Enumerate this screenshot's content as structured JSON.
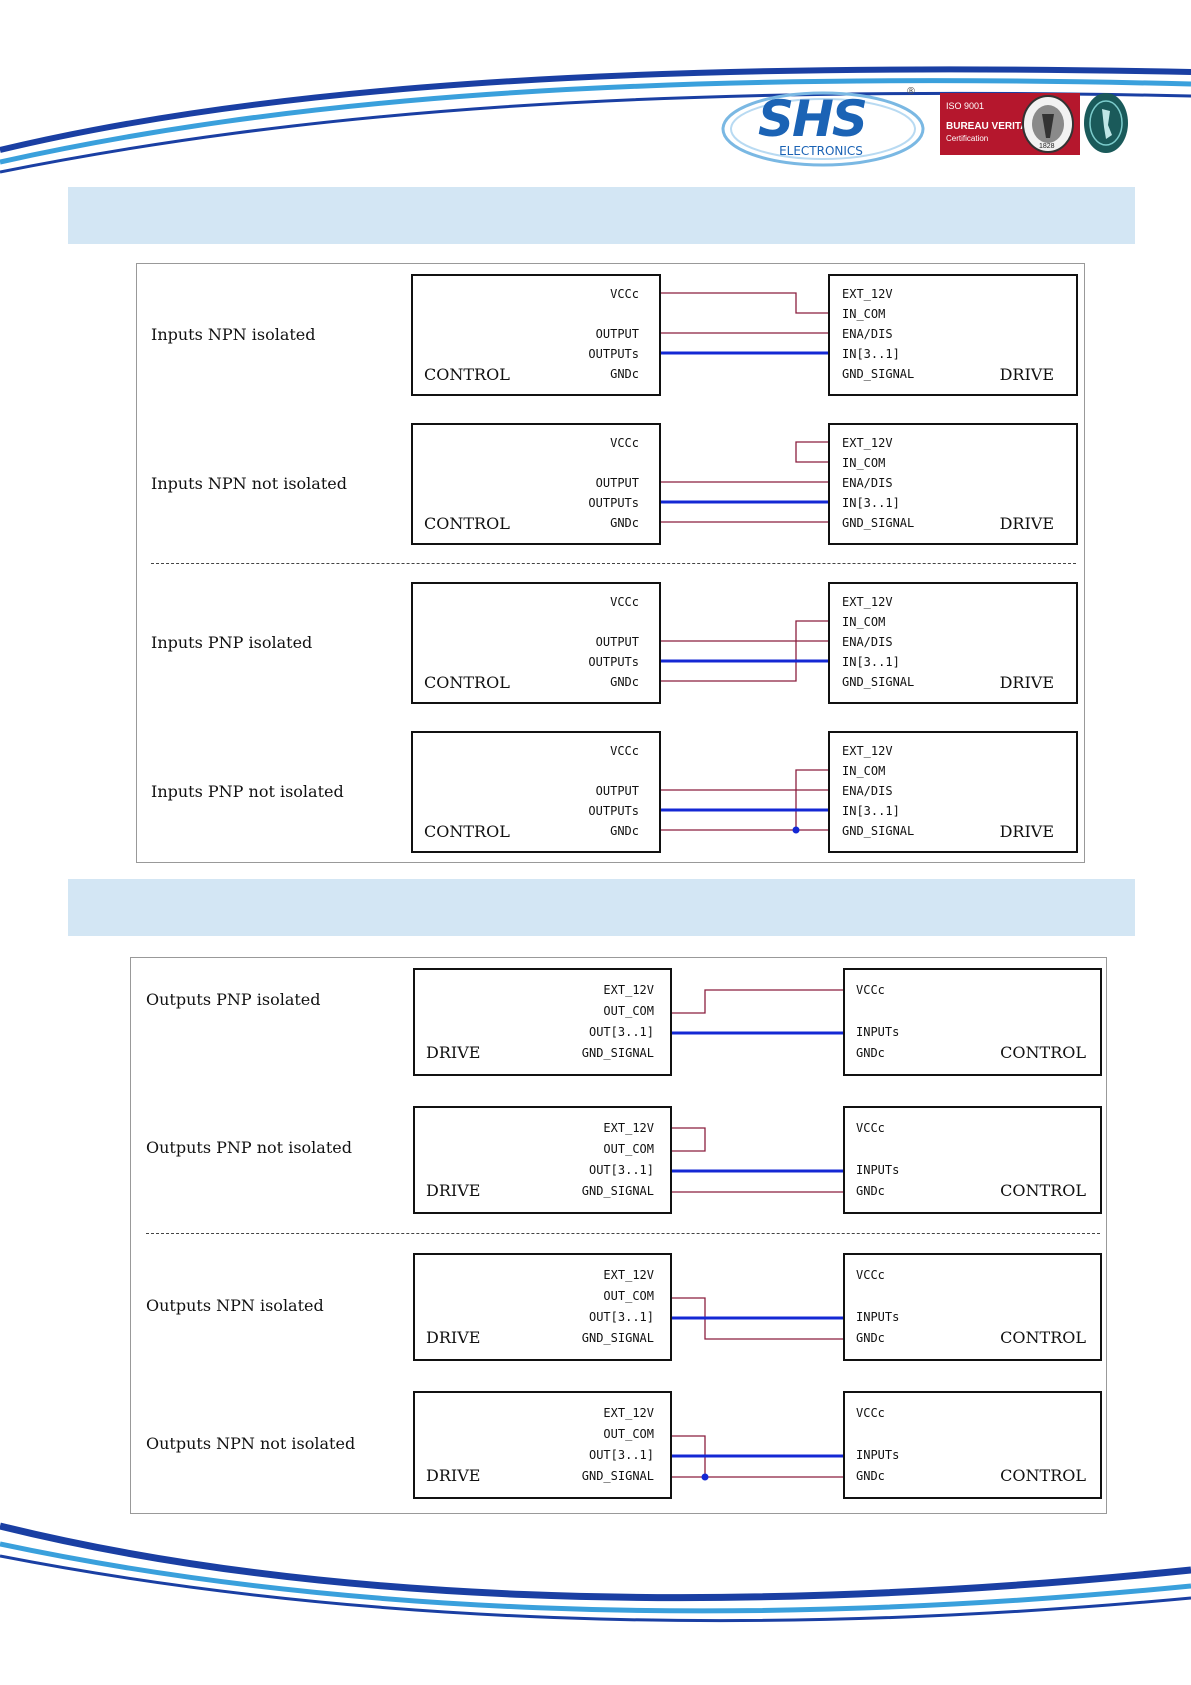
{
  "header": {
    "brand_name": "SHS",
    "brand_sub": "ELECTRONICS",
    "registered_mark": "®",
    "cert_line1": "ISO 9001",
    "cert_line2": "BUREAU VERITAS",
    "cert_line3": "Certification",
    "seal_year": "1828"
  },
  "colors": {
    "accent_band": "#d3e6f4",
    "signal_line": "#8b1f3f",
    "bus_line": "#1428d4",
    "brand_blue": "#1b63b5",
    "cert_red": "#b5172d"
  },
  "inputs_section": {
    "rows": [
      {
        "label": "Inputs NPN isolated",
        "left_pins": [
          "VCCc",
          "OUTPUT",
          "OUTPUTs",
          "GNDc"
        ],
        "left_name": "CONTROL",
        "right_pins": [
          "EXT_12V",
          "IN_COM",
          "ENA/DIS",
          "IN[3..1]",
          "GND_SIGNAL"
        ],
        "right_name": "DRIVE"
      },
      {
        "label": "Inputs NPN not isolated",
        "left_pins": [
          "VCCc",
          "OUTPUT",
          "OUTPUTs",
          "GNDc"
        ],
        "left_name": "CONTROL",
        "right_pins": [
          "EXT_12V",
          "IN_COM",
          "ENA/DIS",
          "IN[3..1]",
          "GND_SIGNAL"
        ],
        "right_name": "DRIVE"
      },
      {
        "label": "Inputs PNP isolated",
        "left_pins": [
          "VCCc",
          "OUTPUT",
          "OUTPUTs",
          "GNDc"
        ],
        "left_name": "CONTROL",
        "right_pins": [
          "EXT_12V",
          "IN_COM",
          "ENA/DIS",
          "IN[3..1]",
          "GND_SIGNAL"
        ],
        "right_name": "DRIVE"
      },
      {
        "label": "Inputs PNP not isolated",
        "left_pins": [
          "VCCc",
          "OUTPUT",
          "OUTPUTs",
          "GNDc"
        ],
        "left_name": "CONTROL",
        "right_pins": [
          "EXT_12V",
          "IN_COM",
          "ENA/DIS",
          "IN[3..1]",
          "GND_SIGNAL"
        ],
        "right_name": "DRIVE"
      }
    ]
  },
  "outputs_section": {
    "rows": [
      {
        "label": "Outputs PNP isolated",
        "left_pins": [
          "EXT_12V",
          "OUT_COM",
          "OUT[3..1]",
          "GND_SIGNAL"
        ],
        "left_name": "DRIVE",
        "right_pins": [
          "VCCc",
          "INPUTs",
          "GNDc"
        ],
        "right_name": "CONTROL"
      },
      {
        "label": "Outputs PNP not isolated",
        "left_pins": [
          "EXT_12V",
          "OUT_COM",
          "OUT[3..1]",
          "GND_SIGNAL"
        ],
        "left_name": "DRIVE",
        "right_pins": [
          "VCCc",
          "INPUTs",
          "GNDc"
        ],
        "right_name": "CONTROL"
      },
      {
        "label": "Outputs NPN isolated",
        "left_pins": [
          "EXT_12V",
          "OUT_COM",
          "OUT[3..1]",
          "GND_SIGNAL"
        ],
        "left_name": "DRIVE",
        "right_pins": [
          "VCCc",
          "INPUTs",
          "GNDc"
        ],
        "right_name": "CONTROL"
      },
      {
        "label": "Outputs NPN not isolated",
        "left_pins": [
          "EXT_12V",
          "OUT_COM",
          "OUT[3..1]",
          "GND_SIGNAL"
        ],
        "left_name": "DRIVE",
        "right_pins": [
          "VCCc",
          "INPUTs",
          "GNDc"
        ],
        "right_name": "CONTROL"
      }
    ]
  }
}
